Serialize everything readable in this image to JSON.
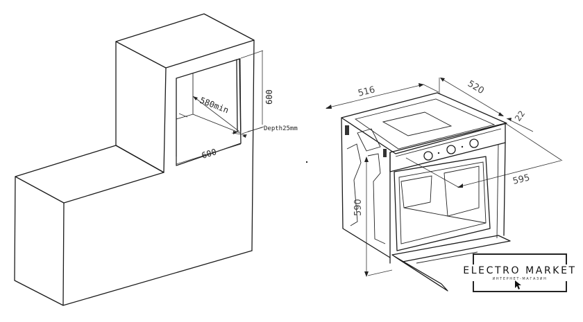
{
  "cabinet_diagram": {
    "labels": {
      "niche_depth": "580min",
      "niche_height": "600",
      "niche_width": "600",
      "recess_depth": "Depth25mm"
    }
  },
  "oven_diagram": {
    "labels": {
      "width_top": "516",
      "depth_top": "520",
      "front_panel_thickness": "22",
      "front_width": "595",
      "height": "590"
    }
  },
  "watermark": {
    "brand": "ELECTRO MARKET",
    "subtitle": "ИНТЕРНЕТ-МАГАЗИН",
    "cursor_icon": "mouse-pointer-icon"
  }
}
